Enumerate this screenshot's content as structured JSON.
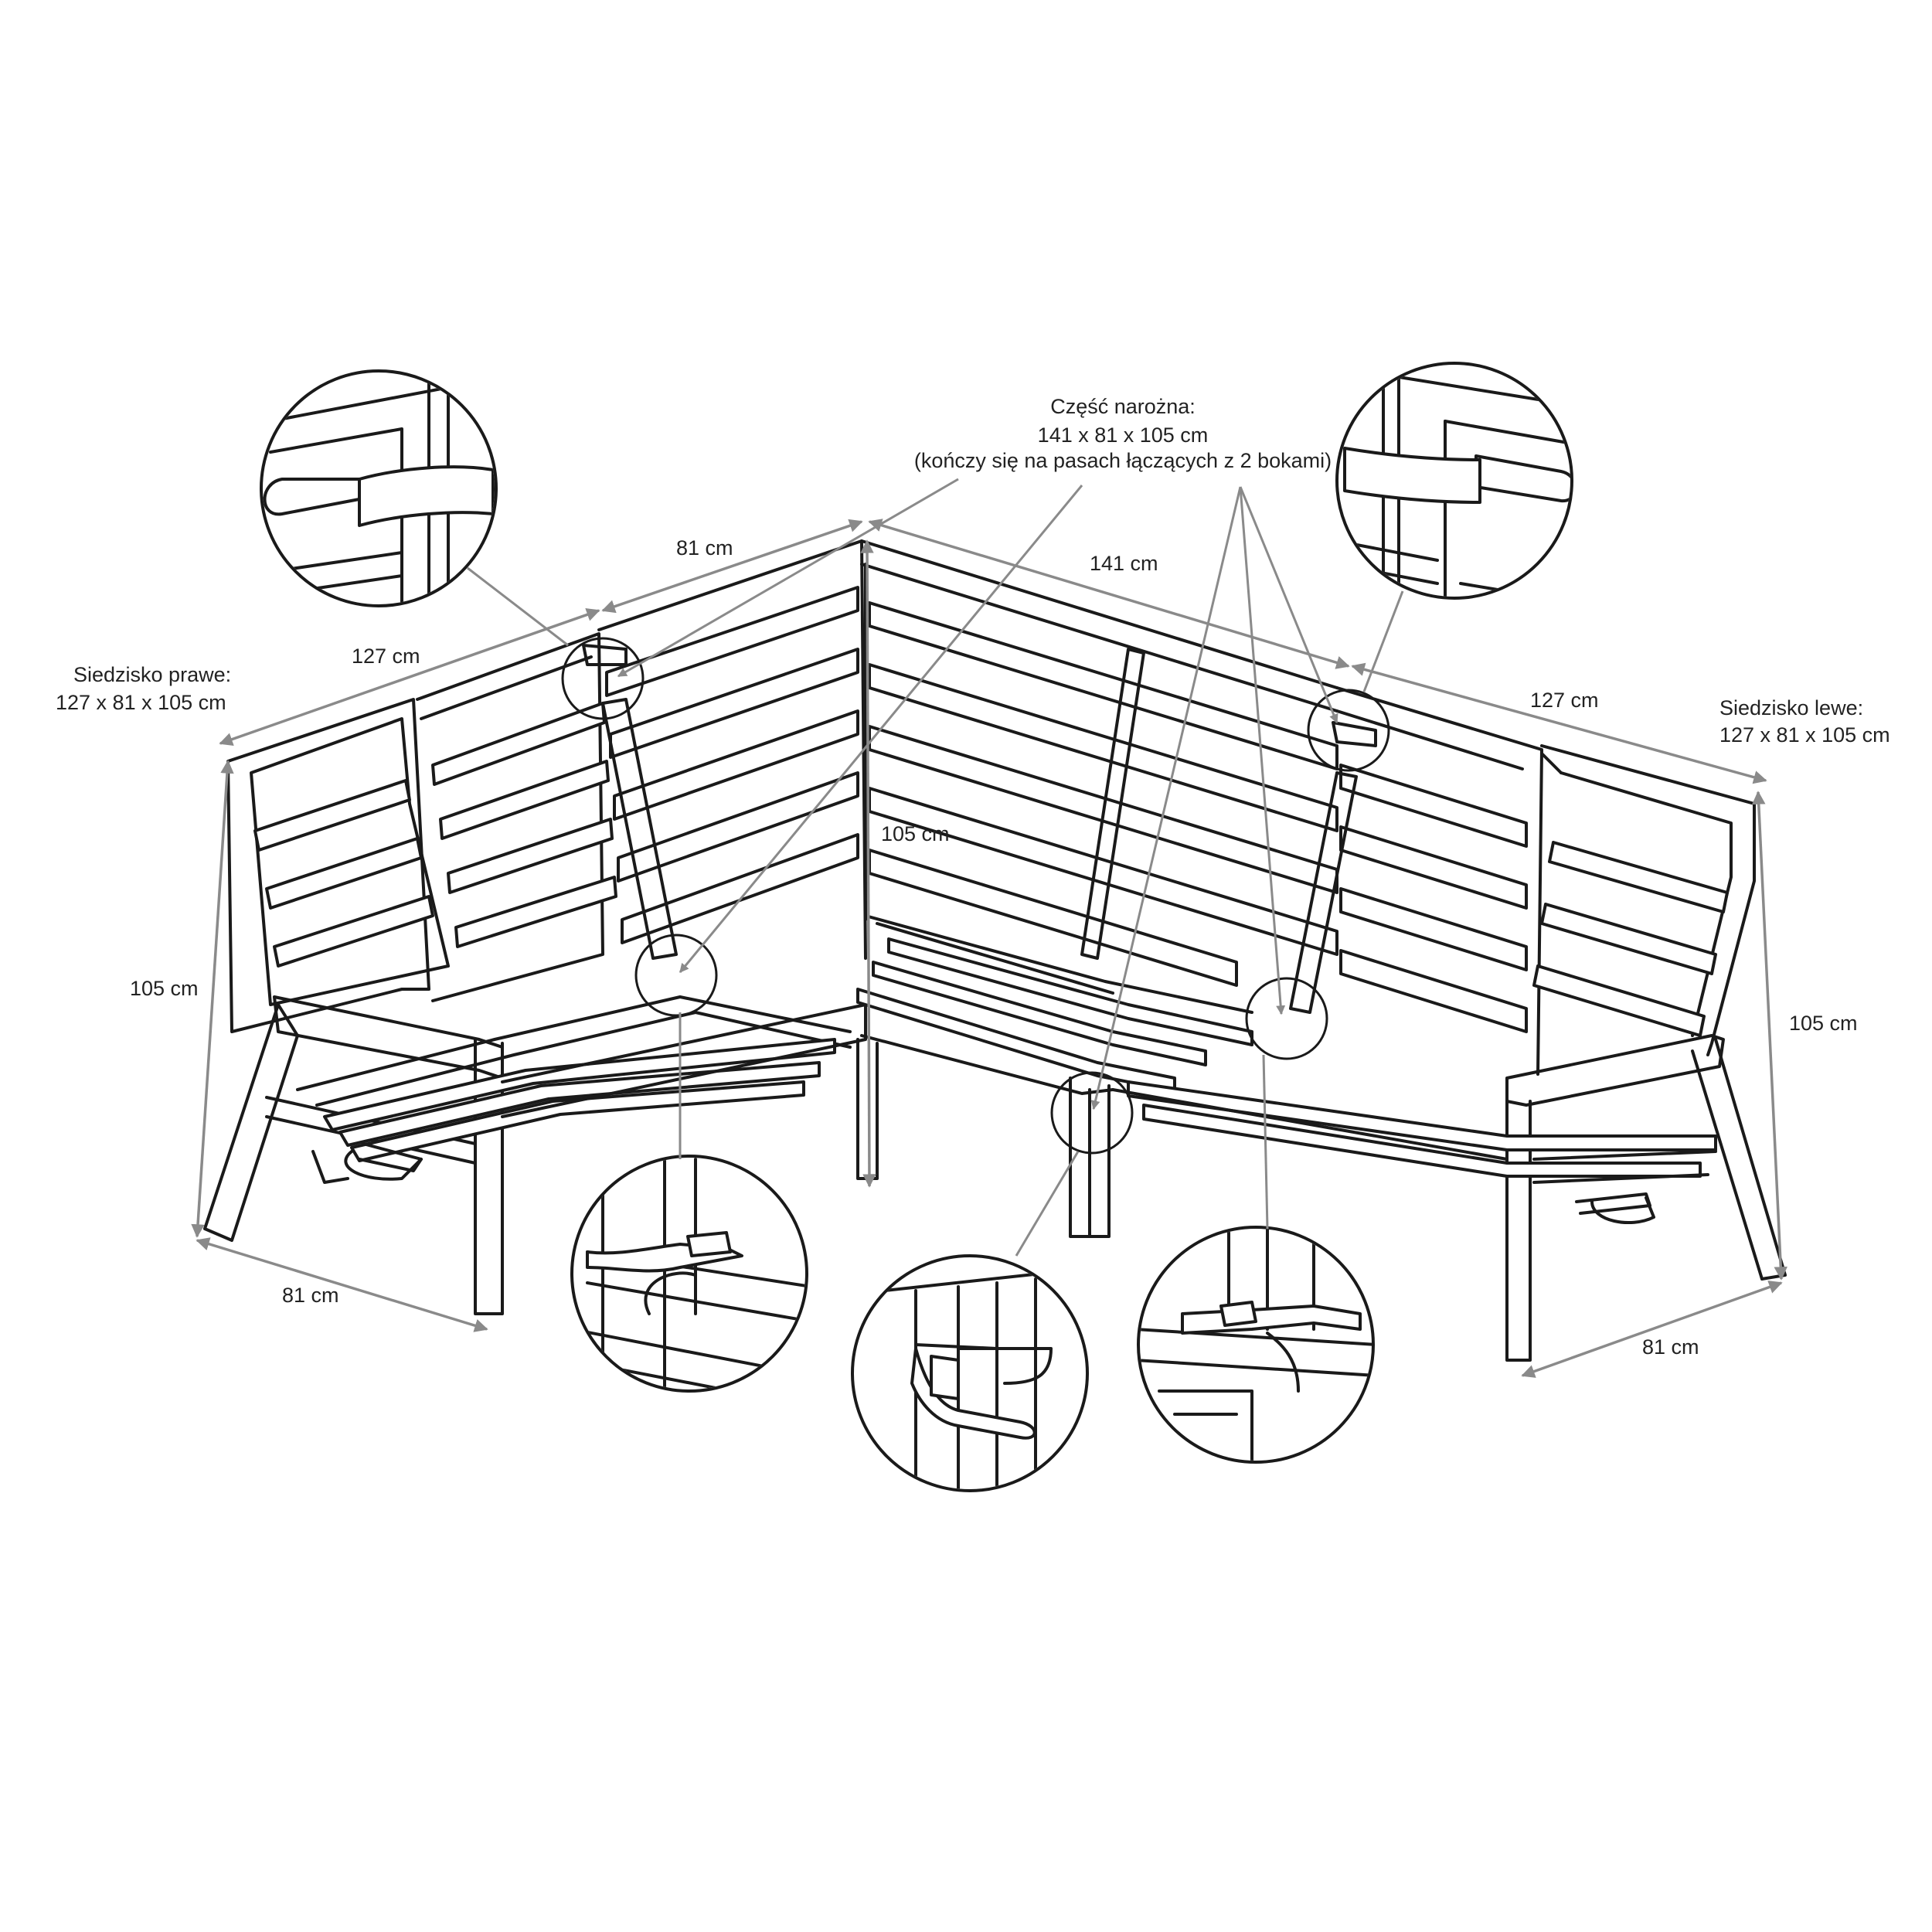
{
  "labels": {
    "corner_title": "Część narożna:",
    "corner_size": "141 x 81 x 105 cm",
    "corner_note": "(kończy się na pasach łączących z 2 bokami)",
    "right_seat_title": "Siedzisko prawe:",
    "right_seat_size": "127 x 81 x 105 cm",
    "left_seat_title": "Siedzisko lewe:",
    "left_seat_size": "127 x 81 x 105 cm",
    "dim_back_left_depth": "81 cm",
    "dim_back_corner_width": "141 cm",
    "dim_right_seat_width": "127 cm",
    "dim_left_seat_width": "127 cm",
    "dim_right_height": "105 cm",
    "dim_left_height": "105 cm",
    "dim_corner_height": "105 cm",
    "dim_right_depth": "81 cm",
    "dim_left_depth": "81 cm"
  },
  "colors": {
    "line": "#1a1a1a",
    "dimension": "#8a8a8a",
    "text": "#222222"
  }
}
